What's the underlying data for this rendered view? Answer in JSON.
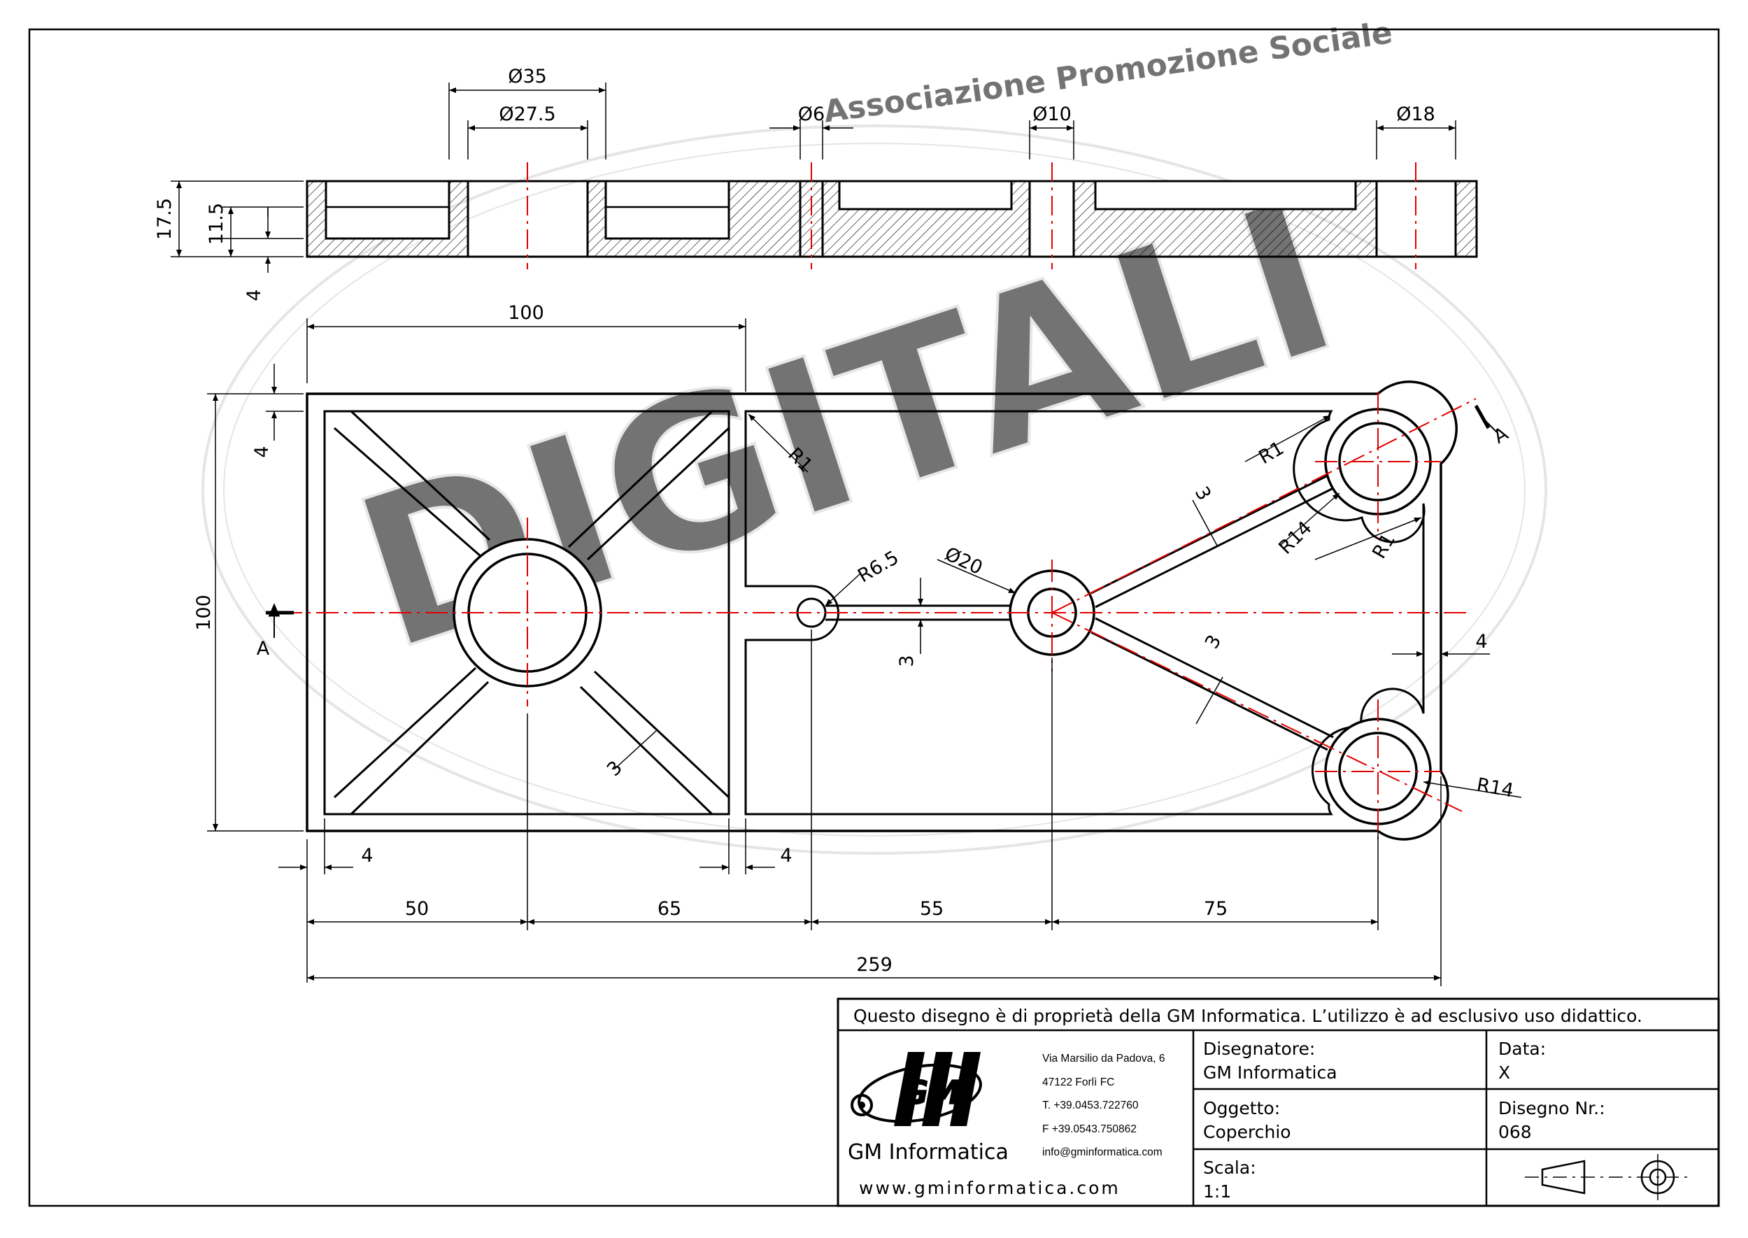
{
  "watermark": {
    "arc_text": "Associazione Promozione Sociale",
    "big_text": "DIGITALI"
  },
  "views": {
    "section_dims": {
      "d35": "Ø35",
      "d27_5": "Ø27.5",
      "d6": "Ø6",
      "d10": "Ø10",
      "d18": "Ø18",
      "h17_5": "17.5",
      "h11_5": "11.5",
      "h4": "4"
    },
    "plan_dims": {
      "w100": "100",
      "h100": "100",
      "t4_top": "4",
      "r1_a": "R1",
      "r1_b": "R1",
      "r1_c": "R1",
      "r14_a": "R14",
      "r14_b": "R14",
      "r6_5": "R6.5",
      "d20": "Ø20",
      "rib3_a": "3",
      "rib3_b": "3",
      "rib3_c": "3",
      "rib3_d": "3",
      "t4_right": "4",
      "t4_left": "4",
      "t4_mid": "4",
      "d50": "50",
      "d65": "65",
      "d55": "55",
      "d75": "75",
      "d259": "259",
      "section_a_left": "A",
      "section_a_right": "A"
    }
  },
  "title_block": {
    "notice": "Questo disegno è di proprietà della GM Informatica. L’utilizzo è ad esclusivo uso didattico.",
    "logo_letters": "GMI",
    "company": "GM Informatica",
    "website": "www.gminformatica.com",
    "address_lines": [
      "Via Marsilio da Padova, 6",
      "47122  Forlì  FC",
      "T. +39.0453.722760",
      "F +39.0543.750862",
      "info@gminformatica.com"
    ],
    "designer_label": "Disegnatore:",
    "designer_value": "GM  Informatica",
    "date_label": "Data:",
    "date_value": "X",
    "object_label": "Oggetto:",
    "object_value": "Coperchio",
    "drawing_no_label": "Disegno  Nr.:",
    "drawing_no_value": "068",
    "scale_label": "Scala:",
    "scale_value": "1:1"
  },
  "colors": {
    "line": "#000000",
    "centerline": "#e00000",
    "watermark": "#d9d9d9"
  }
}
